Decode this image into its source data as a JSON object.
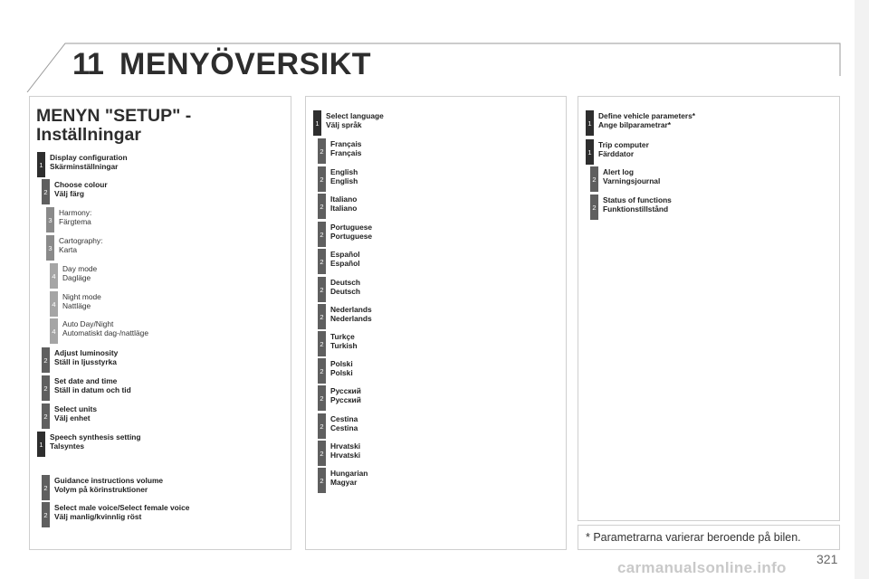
{
  "header": {
    "chapter_number": "11",
    "chapter_title": "MENYÖVERSIKT"
  },
  "section": {
    "title_line1": "MENYN \"SETUP\" -",
    "title_line2": "Inställningar"
  },
  "columns": [
    [
      {
        "level": "1",
        "l1": "Display configuration",
        "l2": "Skärminställningar",
        "bold": true
      },
      {
        "level": "2",
        "l1": "Choose colour",
        "l2": "Välj färg",
        "bold": true
      },
      {
        "level": "3",
        "l1": "Harmony:",
        "l2": "Färgtema",
        "bold": false
      },
      {
        "level": "3",
        "l1": "Cartography:",
        "l2": "Karta",
        "bold": false
      },
      {
        "level": "4",
        "l1": "Day mode",
        "l2": "Dagläge",
        "bold": false
      },
      {
        "level": "4",
        "l1": "Night mode",
        "l2": "Nattläge",
        "bold": false
      },
      {
        "level": "4",
        "l1": "Auto Day/Night",
        "l2": "Automatiskt dag-/nattläge",
        "bold": false
      },
      {
        "level": "2",
        "l1": "Adjust luminosity",
        "l2": "Ställ in ljusstyrka",
        "bold": true
      },
      {
        "level": "2",
        "l1": "Set date and time",
        "l2": "Ställ in datum och tid",
        "bold": true
      },
      {
        "level": "2",
        "l1": "Select units",
        "l2": "Välj enhet",
        "bold": true
      },
      {
        "level": "1",
        "l1": "Speech synthesis setting",
        "l2": "Talsyntes",
        "bold": true
      },
      {
        "level": "2",
        "l1": "Guidance instructions volume",
        "l2": "Volym på körinstruktioner",
        "bold": true
      },
      {
        "level": "2",
        "l1": "Select male voice/Select female voice",
        "l2": "Välj manlig/kvinnlig röst",
        "bold": true
      }
    ],
    [
      {
        "level": "1",
        "l1": "Select language",
        "l2": "Välj språk",
        "bold": true
      },
      {
        "level": "2",
        "l1": "Français",
        "l2": "Français",
        "bold": true
      },
      {
        "level": "2",
        "l1": "English",
        "l2": "English",
        "bold": true
      },
      {
        "level": "2",
        "l1": "Italiano",
        "l2": "Italiano",
        "bold": true
      },
      {
        "level": "2",
        "l1": "Portuguese",
        "l2": "Portuguese",
        "bold": true
      },
      {
        "level": "2",
        "l1": "Español",
        "l2": "Español",
        "bold": true
      },
      {
        "level": "2",
        "l1": "Deutsch",
        "l2": "Deutsch",
        "bold": true
      },
      {
        "level": "2",
        "l1": "Nederlands",
        "l2": "Nederlands",
        "bold": true
      },
      {
        "level": "2",
        "l1": "Turkçe",
        "l2": "Turkish",
        "bold": true
      },
      {
        "level": "2",
        "l1": "Polski",
        "l2": "Polski",
        "bold": true
      },
      {
        "level": "2",
        "l1": "Русский",
        "l2": "Русский",
        "bold": true
      },
      {
        "level": "2",
        "l1": "Cestina",
        "l2": "Cestina",
        "bold": true
      },
      {
        "level": "2",
        "l1": "Hrvatski",
        "l2": "Hrvatski",
        "bold": true
      },
      {
        "level": "2",
        "l1": "Hungarian",
        "l2": "Magyar",
        "bold": true
      }
    ],
    [
      {
        "level": "1",
        "l1": "Define vehicle parameters*",
        "l2": "Ange bilparametrar*",
        "bold": true
      },
      {
        "level": "1",
        "l1": "Trip computer",
        "l2": "Färddator",
        "bold": true
      },
      {
        "level": "2",
        "l1": "Alert log",
        "l2": "Varningsjournal",
        "bold": true
      },
      {
        "level": "2",
        "l1": "Status of functions",
        "l2": "Funktionstillstånd",
        "bold": true
      }
    ]
  ],
  "footnote": "* Parametrarna varierar beroende på bilen.",
  "page_number": "321",
  "watermark": "carmanualsonline.info"
}
